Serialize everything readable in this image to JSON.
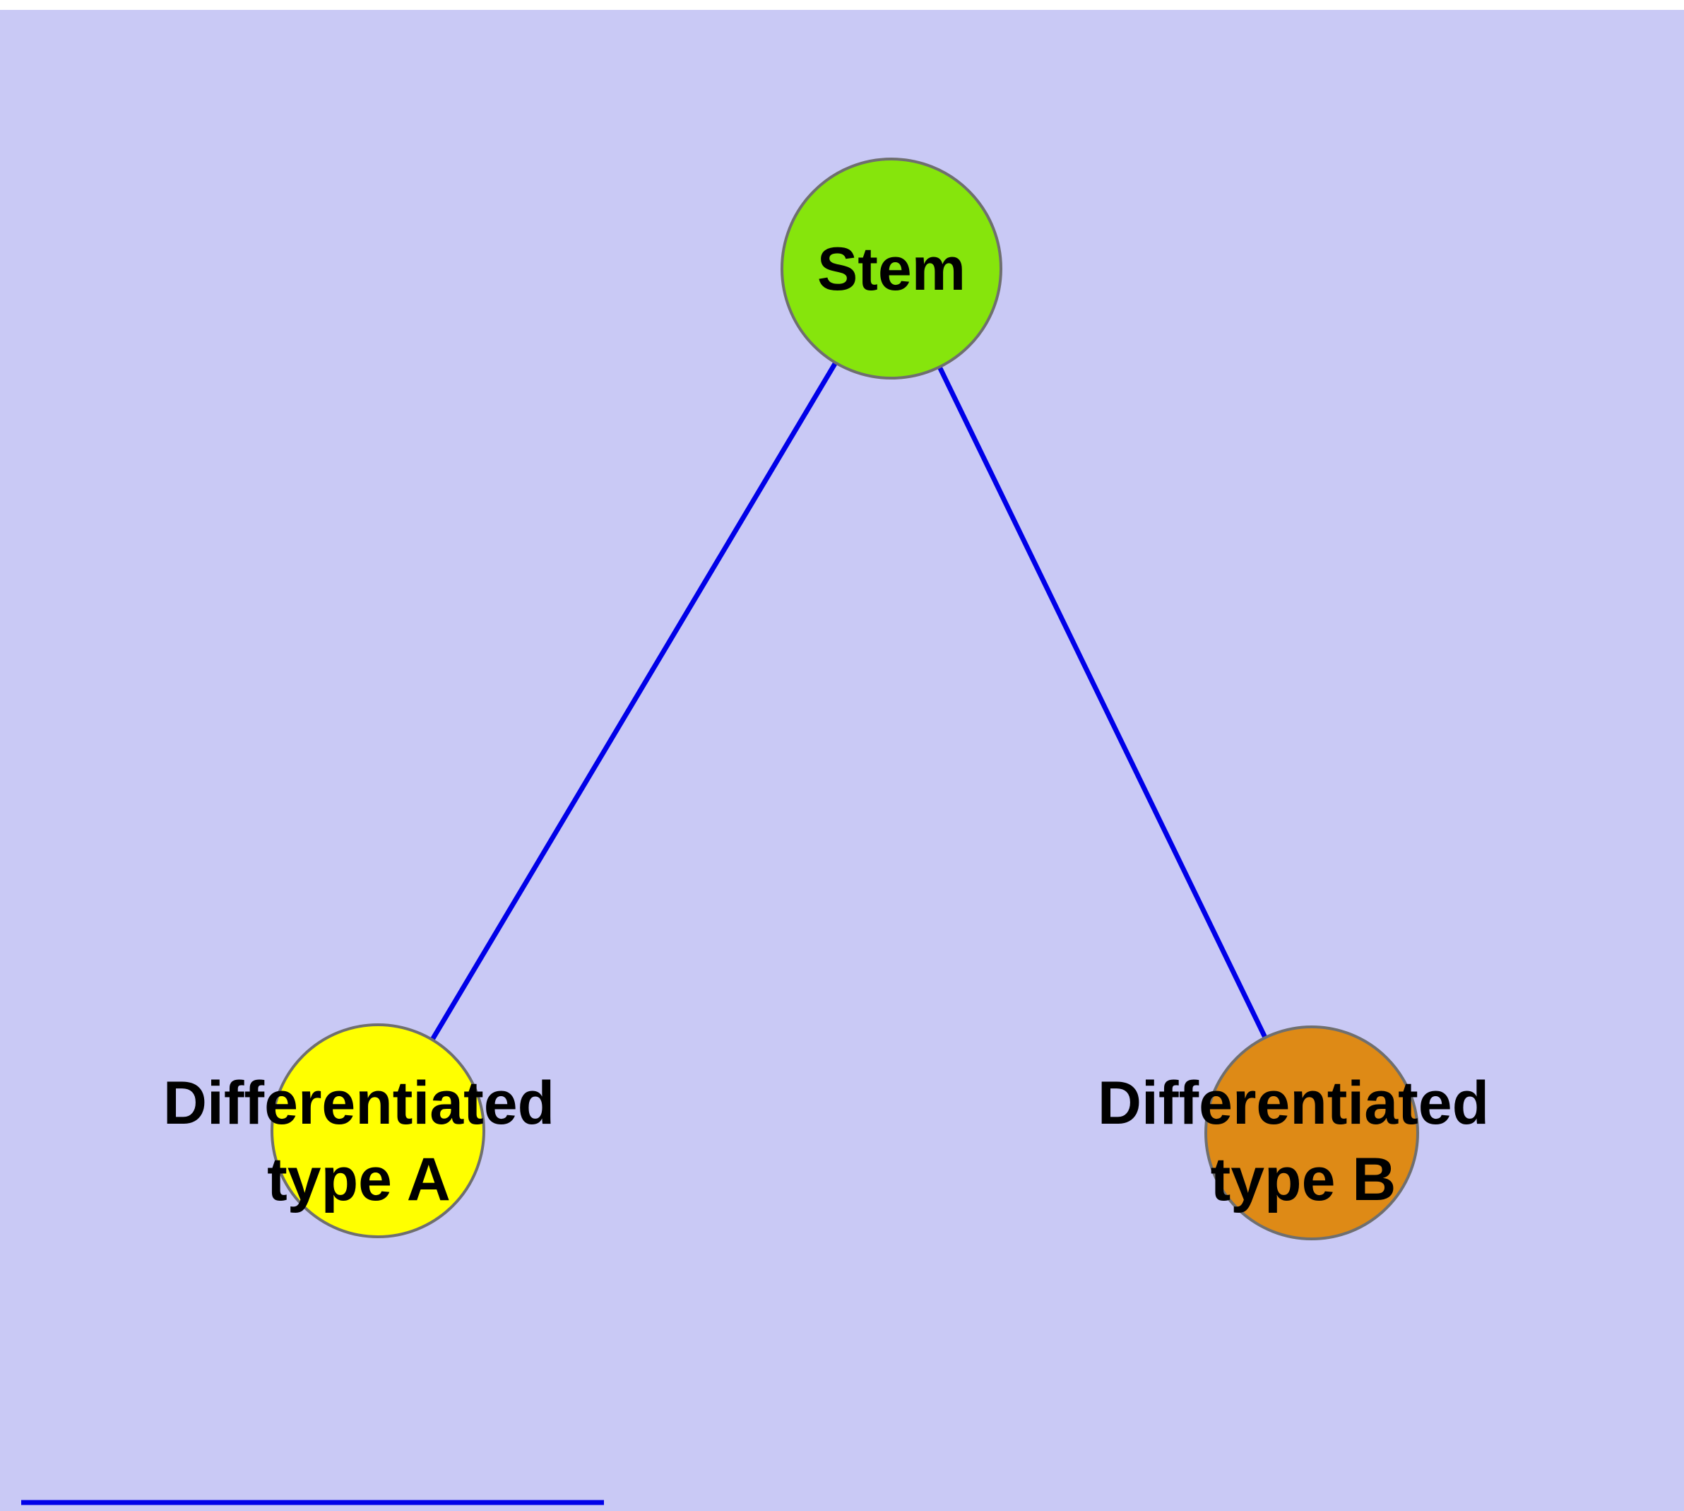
{
  "diagram": {
    "colors": {
      "background": "#c9c9f5",
      "edge": "#0000e8",
      "node_border": "#6f6f6f",
      "stem_fill": "#86e50c",
      "type_a_fill": "#ffff00",
      "type_b_fill": "#de8a16",
      "label_text": "#000000"
    },
    "nodes": {
      "stem": {
        "label": "Stem"
      },
      "type_a": {
        "label_line1": "Differentiated",
        "label_line2": "type A"
      },
      "type_b": {
        "label_line1": "Differentiated",
        "label_line2": "type B"
      }
    },
    "edges": [
      {
        "from": "Stem",
        "to": "Differentiated type A"
      },
      {
        "from": "Stem",
        "to": "Differentiated type B"
      }
    ]
  }
}
